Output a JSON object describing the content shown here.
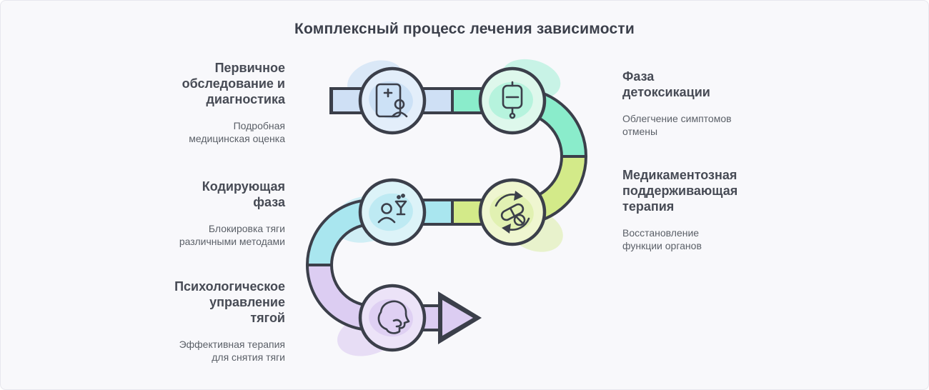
{
  "title": "Комплексный процесс лечения зависимости",
  "steps": [
    {
      "id": 1,
      "title": "Первичное обследование и диагностика",
      "desc": "Подробная медицинская оценка",
      "icon": "medical-report-icon",
      "color_name": "blue"
    },
    {
      "id": 2,
      "title": "Фаза детоксикации",
      "desc": "Облегчение симптомов отмены",
      "icon": "iv-drip-icon",
      "color_name": "mint"
    },
    {
      "id": 3,
      "title": "Медикаментозная поддерживающая терапия",
      "desc": "Восстановление функции органов",
      "icon": "pills-refresh-icon",
      "color_name": "lime"
    },
    {
      "id": 4,
      "title": "Кодирующая фаза",
      "desc": "Блокировка тяги различными методами",
      "icon": "person-glass-icon",
      "color_name": "cyan"
    },
    {
      "id": 5,
      "title": "Психологическое управление тягой",
      "desc": "Эффективная терапия для снятия тяги",
      "icon": "head-profile-icon",
      "color_name": "lavender"
    }
  ],
  "colors": {
    "bg": "#f8f8fb",
    "ink": "#3b3f4a",
    "text_title": "#3c404b",
    "text_heading": "#474b55",
    "text_desc": "#5b6068",
    "blue": "#cfe0f5",
    "mint": "#8aeccb",
    "lime": "#d3ea89",
    "cyan": "#a9e6ef",
    "lavender": "#dccdf2",
    "blue_pale": "#e3eefa",
    "mint_pale": "#def8ec",
    "lime_pale": "#eff6d0",
    "cyan_pale": "#dcf3f8",
    "lavender_pale": "#ece3f8",
    "blue_blob": "#b6d4f2",
    "mint_blob": "#8deecd",
    "lime_blob": "#d4ec93",
    "cyan_blob": "#9fe2ee",
    "lavender_blob": "#d2bded"
  }
}
